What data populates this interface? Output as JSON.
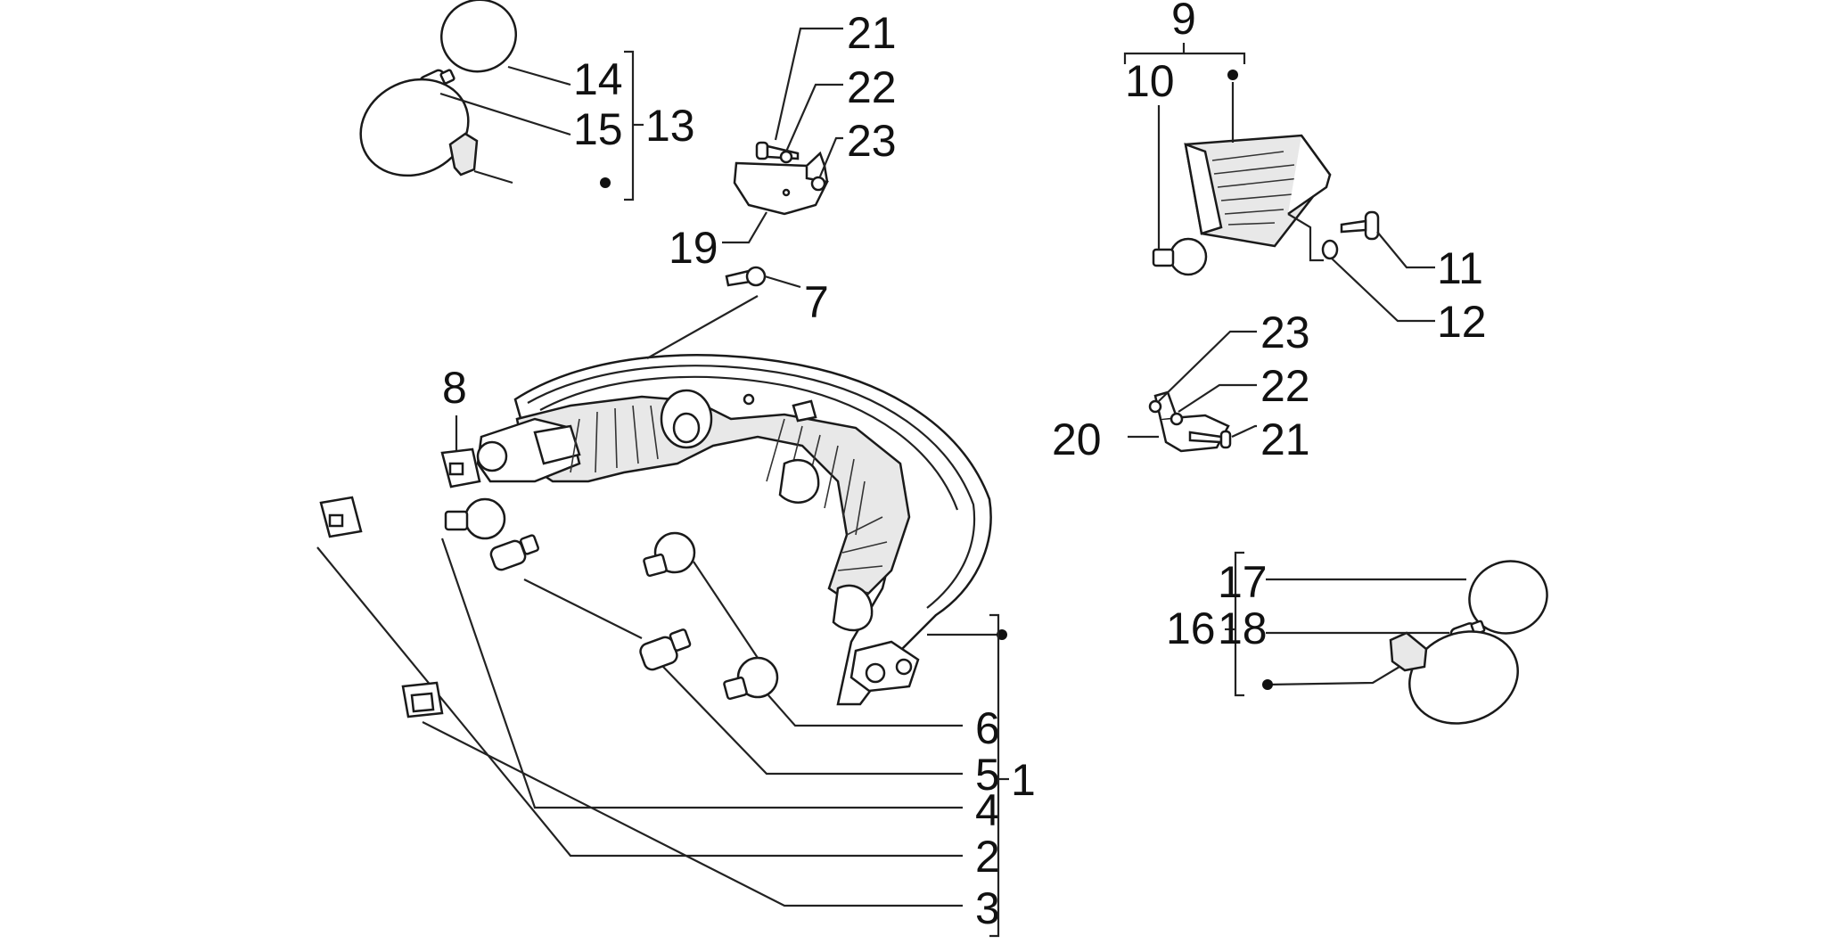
{
  "labels": {
    "l1": "1",
    "l2": "2",
    "l3": "3",
    "l4": "4",
    "l5": "5",
    "l6": "6",
    "l7": "7",
    "l8": "8",
    "l9": "9",
    "l10": "10",
    "l11": "11",
    "l12": "12",
    "l13": "13",
    "l14": "14",
    "l15": "15",
    "l16": "16",
    "l17": "17",
    "l18": "18",
    "l19": "19",
    "l20": "20",
    "l21a": "21",
    "l22a": "22",
    "l23a": "23",
    "l21b": "21",
    "l22b": "22",
    "l23b": "23"
  }
}
